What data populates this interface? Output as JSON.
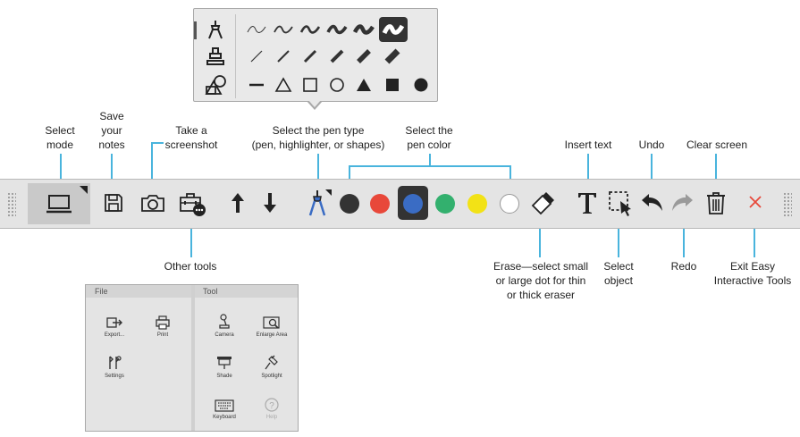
{
  "callouts": {
    "select_mode": [
      "Select",
      "mode"
    ],
    "save_notes": [
      "Save",
      "your",
      "notes"
    ],
    "screenshot": [
      "Take a",
      "screenshot"
    ],
    "pen_type": [
      "Select the pen type",
      "(pen, highlighter, or shapes)"
    ],
    "pen_color": [
      "Select the",
      "pen color"
    ],
    "insert_text": "Insert text",
    "undo": "Undo",
    "clear_screen": "Clear screen",
    "other_tools": "Other tools",
    "erase": [
      "Erase—select small",
      "or large dot for thin",
      "or thick eraser"
    ],
    "select_object": [
      "Select",
      "object"
    ],
    "redo": "Redo",
    "exit": [
      "Exit Easy",
      "Interactive Tools"
    ]
  },
  "pen_popup": {
    "categories": [
      "pen-icon",
      "highlighter-icon",
      "shapes-icon"
    ],
    "selected_category": "pen",
    "pen_sizes": 6,
    "selected_pen_size": 6,
    "highlighter_sizes": 6,
    "shapes": [
      "line",
      "triangle-outline",
      "square-outline",
      "circle-outline",
      "triangle-filled",
      "square-filled",
      "circle-filled"
    ]
  },
  "toolbar": {
    "tools": [
      "laptop-icon",
      "save-icon",
      "camera-icon",
      "toolbox-icon",
      "arrow-up-icon",
      "arrow-down-icon",
      "pen-icon",
      "eraser-icon",
      "text-icon",
      "select-object-icon",
      "undo-icon",
      "redo-icon",
      "trash-icon",
      "close-icon"
    ],
    "colors": [
      "#333333",
      "#e8483a",
      "#3a6cc4",
      "#33b06e",
      "#f2e216",
      "#ffffff"
    ],
    "selected_color": "#3a6cc4",
    "close_color": "#e8483a"
  },
  "tools_popup": {
    "file_title": "File",
    "tool_title": "Tool",
    "file_items": [
      {
        "label": "Export...",
        "icon": "export-icon"
      },
      {
        "label": "Print",
        "icon": "printer-icon"
      },
      {
        "label": "Settings",
        "icon": "settings-icon"
      }
    ],
    "tool_items": [
      {
        "label": "Camera",
        "icon": "document-camera-icon"
      },
      {
        "label": "Enlarge Area",
        "icon": "enlarge-area-icon"
      },
      {
        "label": "Shade",
        "icon": "shade-icon"
      },
      {
        "label": "Spotlight",
        "icon": "spotlight-icon"
      },
      {
        "label": "Keyboard",
        "icon": "keyboard-icon"
      },
      {
        "label": "Help",
        "icon": "help-icon",
        "disabled": true
      }
    ]
  }
}
